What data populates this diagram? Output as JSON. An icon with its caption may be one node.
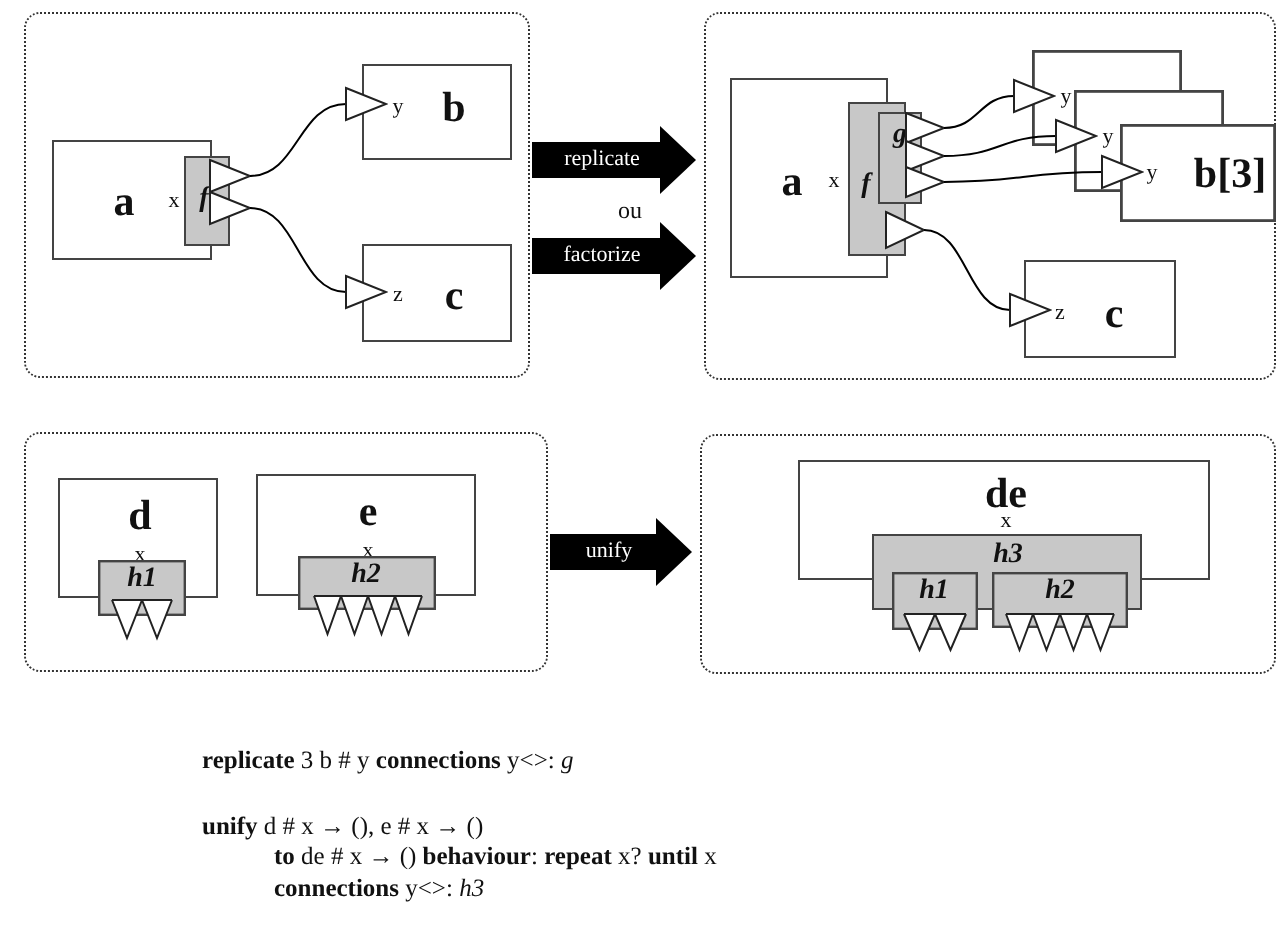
{
  "diagram": {
    "nodes": [
      {
        "text": [],
        "shape": "box"
      },
      {
        "text": [
          "a",
          "x"
        ],
        "in": 0
      },
      {
        "text": [
          "f"
        ],
        "in": 0
      },
      {
        "text": [
          "y",
          "b"
        ],
        "in": 0
      },
      {
        "text": [
          "z",
          "c"
        ],
        "in": 0
      },
      {
        "text": [],
        "shape": "box"
      },
      {
        "text": [
          "a",
          "x"
        ],
        "in": 5
      },
      {
        "text": [
          "f"
        ],
        "in": 5
      },
      {
        "text": [
          "g"
        ],
        "in": 5
      },
      {
        "text": [
          "y",
          "y",
          "y",
          "b[3]"
        ],
        "in": 5
      },
      {
        "text": [
          "z",
          "c"
        ],
        "in": 5
      },
      {
        "text": [],
        "shape": "box"
      },
      {
        "text": [
          "d",
          "x"
        ],
        "in": 11
      },
      {
        "text": [
          "h1"
        ],
        "in": 11
      },
      {
        "text": [
          "e",
          "x"
        ],
        "in": 11
      },
      {
        "text": [
          "h2"
        ],
        "in": 11
      },
      {
        "text": [],
        "shape": "box"
      },
      {
        "text": [
          "de",
          "x"
        ],
        "in": 16
      },
      {
        "text": [
          "h3"
        ],
        "in": 16
      },
      {
        "text": [
          "h1"
        ],
        "in": 16
      },
      {
        "text": [
          "h2"
        ],
        "in": 16
      }
    ],
    "edges": [
      {
        "from": 2,
        "to": 3,
        "arrow": "to"
      },
      {
        "from": 2,
        "to": 4,
        "arrow": "to"
      },
      {
        "from": 0,
        "to": 5,
        "arrow": "to",
        "label": "replicate",
        "style": "thick"
      },
      {
        "from": 0,
        "to": 5,
        "arrow": "to",
        "label": "factorize",
        "style": "thick"
      },
      {
        "from": 8,
        "to": 9,
        "arrow": "to"
      },
      {
        "from": 8,
        "to": 9,
        "arrow": "to"
      },
      {
        "from": 8,
        "to": 9,
        "arrow": "to"
      },
      {
        "from": 7,
        "to": 10,
        "arrow": "to"
      },
      {
        "from": 11,
        "to": 16,
        "arrow": "to",
        "label": "unify",
        "style": "thick"
      }
    ],
    "labels": [
      "ou",
      "**replicate** 3 b # y **connections** y<>: *g*",
      "**unify** d # x → (), e # x → ()",
      "**to** de # x → () **behaviour**: **repeat** x? **until** x",
      "**connections** y<>: *h3*"
    ]
  }
}
